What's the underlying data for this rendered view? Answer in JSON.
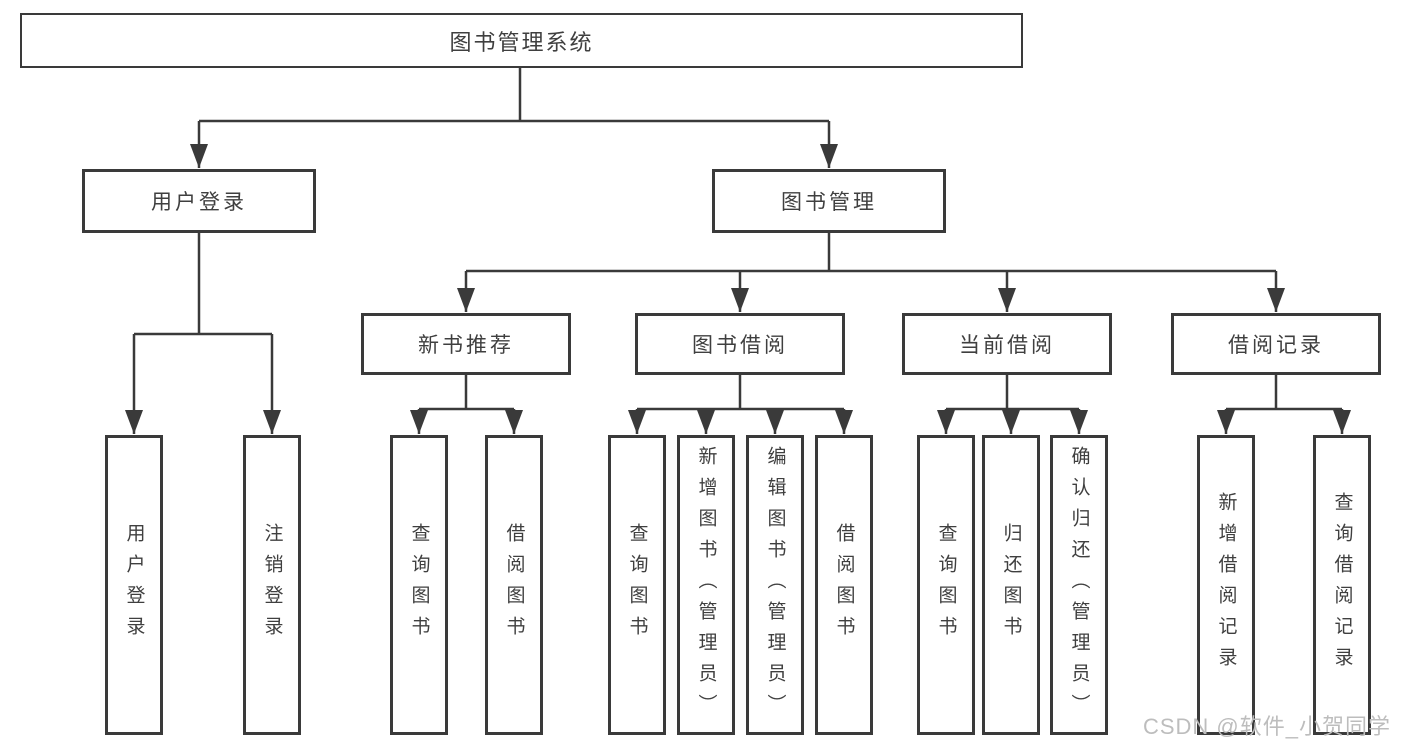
{
  "diagram": {
    "root": {
      "label": "图书管理系统"
    },
    "branches": [
      {
        "label": "用户登录",
        "children": [
          {
            "label": "用户登录"
          },
          {
            "label": "注销登录"
          }
        ]
      },
      {
        "label": "图书管理",
        "groups": [
          {
            "label": "新书推荐",
            "children": [
              {
                "label": "查询图书"
              },
              {
                "label": "借阅图书"
              }
            ]
          },
          {
            "label": "图书借阅",
            "children": [
              {
                "label": "查询图书"
              },
              {
                "label": "新增图书（管理员）"
              },
              {
                "label": "编辑图书（管理员）"
              },
              {
                "label": "借阅图书"
              }
            ]
          },
          {
            "label": "当前借阅",
            "children": [
              {
                "label": "查询图书"
              },
              {
                "label": "归还图书"
              },
              {
                "label": "确认归还（管理员）"
              }
            ]
          },
          {
            "label": "借阅记录",
            "children": [
              {
                "label": "新增借阅记录"
              },
              {
                "label": "查询借阅记录"
              }
            ]
          }
        ]
      }
    ]
  },
  "watermark": {
    "text": "CSDN @软件_小贺同学"
  },
  "colors": {
    "line": "#3a3a3a",
    "text": "#3f3f3f",
    "background": "#ffffff",
    "watermark": "#bdbdbd"
  }
}
